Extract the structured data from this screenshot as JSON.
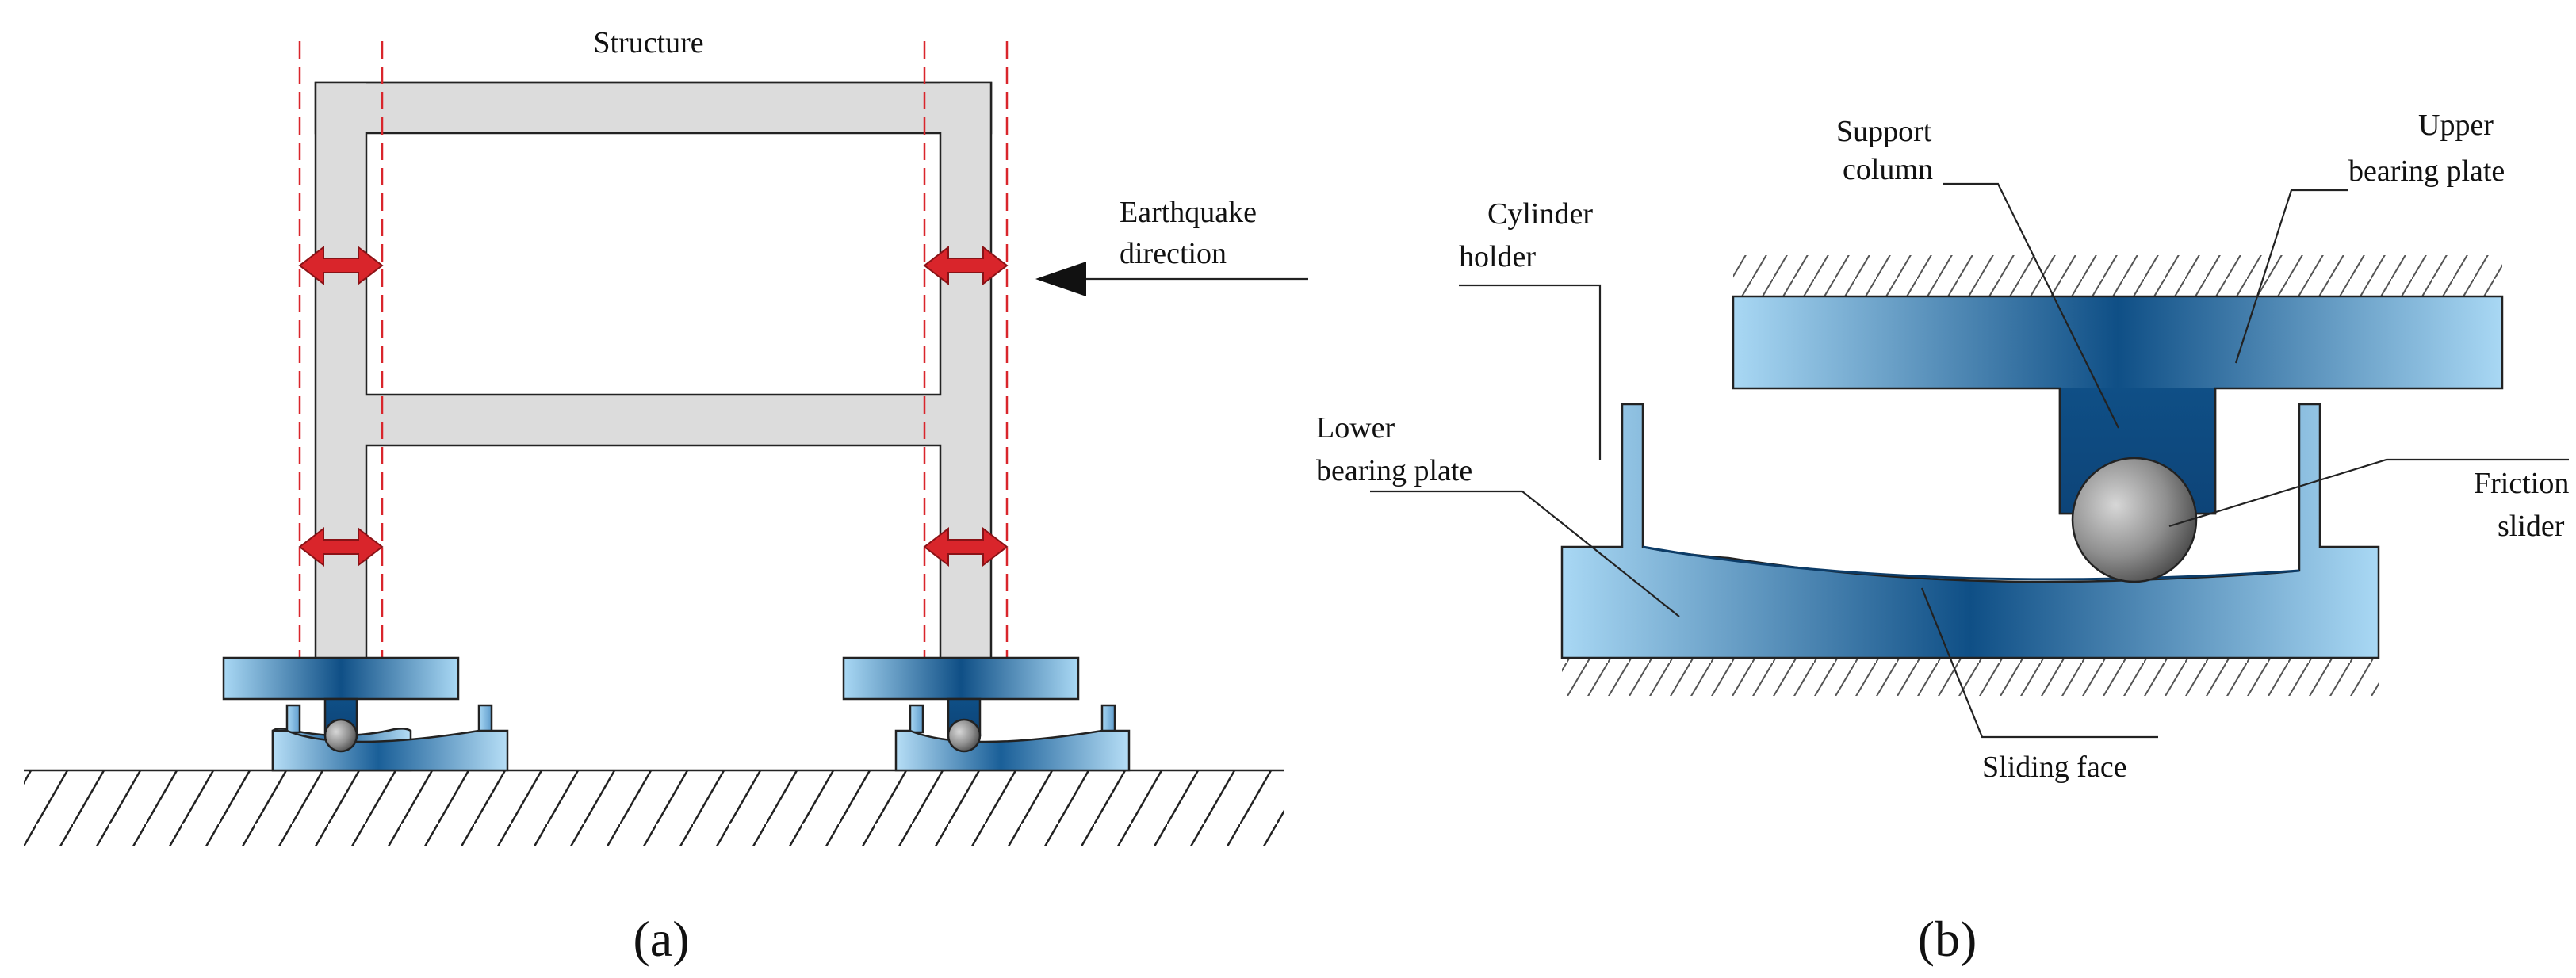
{
  "panel_a": {
    "caption": "(a)",
    "structure_label": "Structure",
    "earthquake_label_line1": "Earthquake",
    "earthquake_label_line2": "direction"
  },
  "panel_b": {
    "caption": "(b)",
    "support_column_line1": "Support",
    "support_column_line2": "column",
    "upper_plate_line1": "Upper",
    "upper_plate_line2": "bearing plate",
    "cylinder_holder_line1": "Cylinder",
    "cylinder_holder_line2": "holder",
    "lower_plate_line1": "Lower",
    "lower_plate_line2": "bearing plate",
    "friction_slider_line1": "Friction",
    "friction_slider_line2": "slider",
    "sliding_face_label": "Sliding face"
  },
  "colors": {
    "frame_fill": "#dcdcdc",
    "bearing_dark": "#0f4f86",
    "bearing_light": "#a9d8f4",
    "arrow_red": "#d9252b",
    "guide_red": "#d9252b"
  }
}
